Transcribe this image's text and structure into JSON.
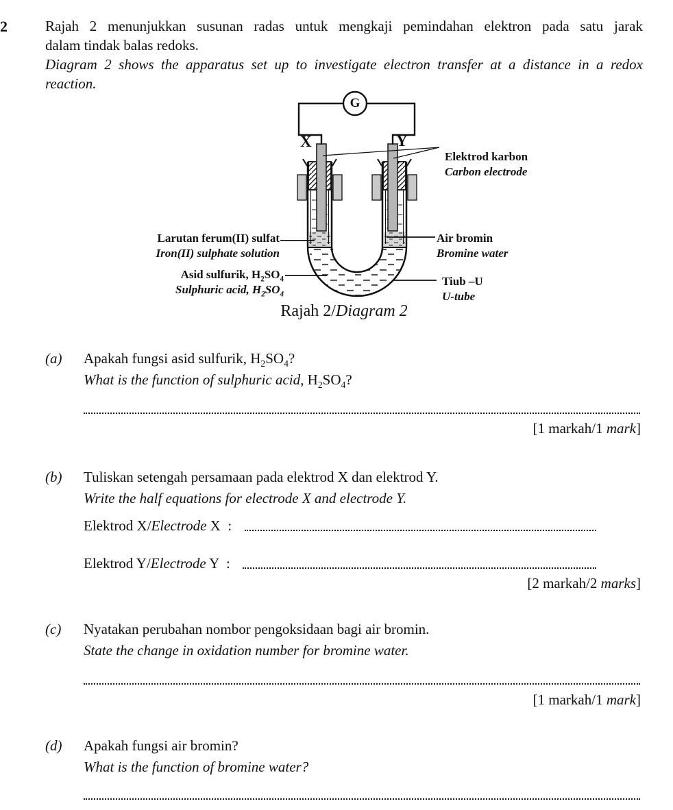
{
  "question_number": "2",
  "formula": {
    "h": "H",
    "sub2": "2",
    "so": "SO",
    "sub4": "4"
  },
  "intro": {
    "malay_line1": "Rajah 2 menunjukkan susunan radas untuk mengkaji pemindahan elektron pada satu jarak",
    "malay_line2": "dalam tindak balas redoks.",
    "english_line1": "Diagram 2 shows the apparatus set up to investigate electron transfer at a distance in a redox",
    "english_line2": "reaction."
  },
  "diagram": {
    "galvanometer_label": "G",
    "electrode_x_label": "X",
    "electrode_y_label": "Y",
    "carbon_electrode": {
      "malay": "Elektrod karbon",
      "english": "Carbon electrode"
    },
    "iron_sulphate": {
      "malay": "Larutan ferum(II) sulfat",
      "english": "Iron(II) sulphate solution"
    },
    "sulphuric_acid": {
      "malay_pre": "Asid sulfurik, ",
      "english_pre": "Sulphuric acid, "
    },
    "bromine_water": {
      "malay": "Air bromin",
      "english": "Bromine water"
    },
    "u_tube": {
      "malay": "Tiub –U",
      "english": "U-tube"
    },
    "caption": {
      "roman": "Rajah 2/",
      "italic": "Diagram 2"
    }
  },
  "questions": {
    "a": {
      "label": "(a)",
      "malay_pre": "Apakah fungsi asid sulfurik, ",
      "malay_post": "?",
      "english_pre": "What is the function of sulphuric acid, ",
      "english_post": "?",
      "marks": {
        "pre": "[1 markah/1 ",
        "italic": "mark",
        "post": "]"
      }
    },
    "b": {
      "label": "(b)",
      "malay": "Tuliskan setengah persamaan pada elektrod X dan elektrod Y.",
      "english": "Write the half equations for electrode X and electrode Y.",
      "electrode_x": {
        "roman": "Elektrod X/",
        "italic": "Electrode",
        "post": " X  :  "
      },
      "electrode_y": {
        "roman": "Elektrod Y/",
        "italic": "Electrode",
        "post": " Y  :  "
      },
      "marks": {
        "pre": "[2 markah/2 ",
        "italic": "marks",
        "post": "]"
      }
    },
    "c": {
      "label": "(c)",
      "malay": "Nyatakan perubahan nombor pengoksidaan bagi air bromin.",
      "english": "State the change in oxidation number for bromine water.",
      "marks": {
        "pre": "[1 markah/1 ",
        "italic": "mark",
        "post": "]"
      }
    },
    "d": {
      "label": "(d)",
      "malay": "Apakah fungsi air bromin?",
      "english": "What is the function of bromine water?"
    }
  }
}
